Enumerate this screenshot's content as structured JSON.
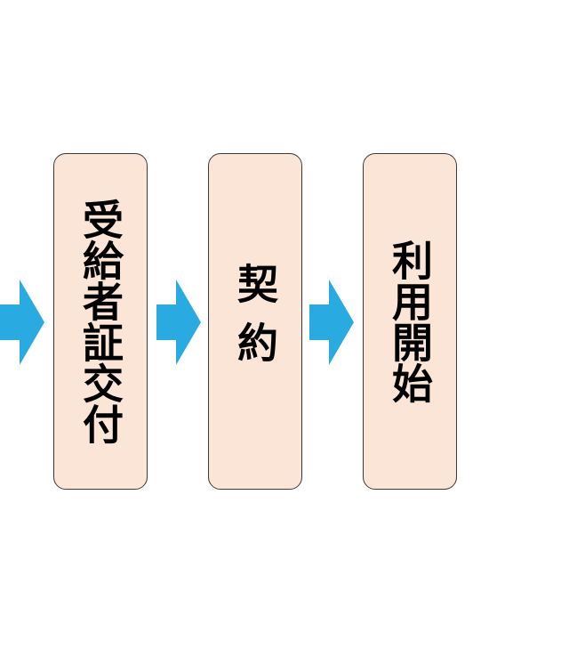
{
  "flow": {
    "steps": [
      {
        "label": "受給者証交付"
      },
      {
        "label": "契約"
      },
      {
        "label": "利用開始"
      }
    ]
  },
  "colors": {
    "arrow": "#29abe2",
    "box_fill": "#fbe5d6",
    "box_border": "#3a3a3a",
    "text": "#000000"
  },
  "icons": [
    "arrow-right-icon"
  ]
}
